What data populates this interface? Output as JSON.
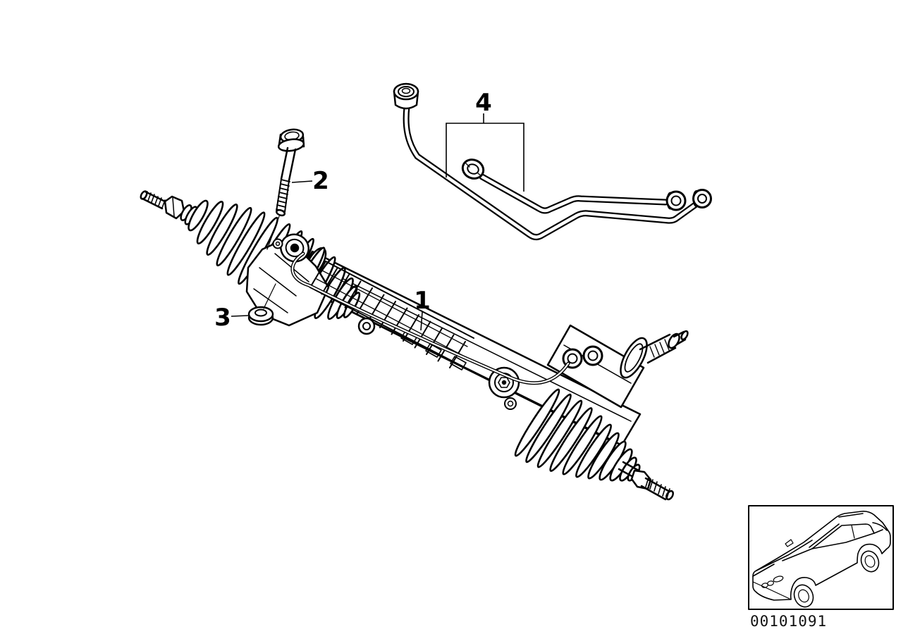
{
  "diagram": {
    "type": "exploded-parts-line-drawing",
    "subject": "hydraulic steering rack with pipe set",
    "callouts": {
      "c1": {
        "label": "1"
      },
      "c2": {
        "label": "2"
      },
      "c3": {
        "label": "3"
      },
      "c4": {
        "label": "4"
      }
    }
  },
  "footer": {
    "doc_number": "00101091"
  },
  "colors": {
    "background": "#ffffff",
    "line": "#000000"
  },
  "icons": {
    "vehicle_thumbnail": "car-outline-icon"
  }
}
